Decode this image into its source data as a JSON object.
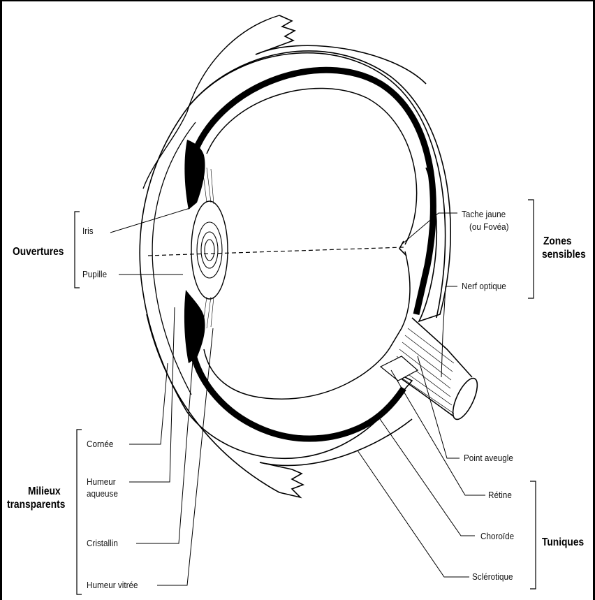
{
  "labels": {
    "iris": "Iris",
    "pupille": "Pupille",
    "cornee": "Cornée",
    "humeur_aqueuse_1": "Humeur",
    "humeur_aqueuse_2": "aqueuse",
    "cristallin": "Cristallin",
    "humeur_vitree": "Humeur vitrée",
    "tache_jaune_1": "Tache jaune",
    "tache_jaune_2": "(ou Fovéa)",
    "nerf_optique": "Nerf optique",
    "point_aveugle": "Point aveugle",
    "retine": "Rétine",
    "choroide": "Choroïde",
    "sclerotique": "Sclérotique"
  },
  "groups": {
    "ouvertures": "Ouvertures",
    "milieux_1": "Milieux",
    "milieux_2": "transparents",
    "zones_1": "Zones",
    "zones_2": "sensibles",
    "tuniques": "Tuniques"
  }
}
